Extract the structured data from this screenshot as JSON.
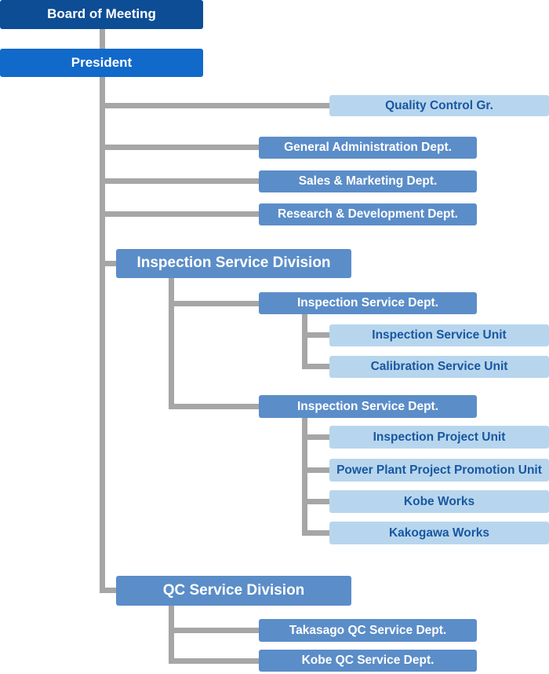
{
  "palette": {
    "navy": "#0d4d95",
    "bright_blue": "#1169ca",
    "mid_blue": "#5b8dc8",
    "light_blue": "#b7d6ee",
    "light_text": "#1a57a0",
    "line_gray": "#a6a6a6"
  },
  "nodes": {
    "board": {
      "label": "Board of Meeting"
    },
    "president": {
      "label": "President"
    },
    "quality_control": {
      "label": "Quality Control Gr."
    },
    "general_admin": {
      "label": "General Administration Dept."
    },
    "sales": {
      "label": "Sales & Marketing Dept."
    },
    "research": {
      "label": "Research & Development Dept."
    },
    "inspection_division": {
      "label": "Inspection Service Division"
    },
    "inspection_dept_1": {
      "label": "Inspection Service Dept."
    },
    "inspection_unit": {
      "label": "Inspection Service Unit"
    },
    "calibration_unit": {
      "label": "Calibration Service Unit"
    },
    "inspection_dept_2": {
      "label": "Inspection Service Dept."
    },
    "inspection_project_unit": {
      "label": "Inspection Project  Unit"
    },
    "power_plant_unit": {
      "label": "Power Plant Project Promotion Unit"
    },
    "kobe_works": {
      "label": "Kobe Works"
    },
    "kakogawa_works": {
      "label": "Kakogawa Works"
    },
    "qc_division": {
      "label": "QC Service Division"
    },
    "takasago_qc": {
      "label": "Takasago QC Service Dept."
    },
    "kobe_qc": {
      "label": "Kobe QC Service Dept."
    }
  }
}
